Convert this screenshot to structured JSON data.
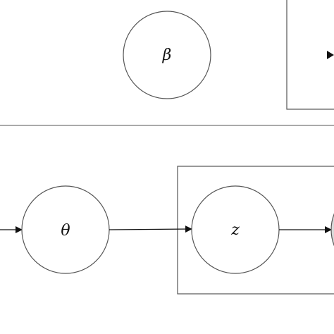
{
  "diagram": {
    "nodes": {
      "beta": {
        "label": "β",
        "observed": false
      },
      "theta": {
        "label": "θ",
        "observed": false
      },
      "z": {
        "label": "z",
        "observed": false
      },
      "w_partial": {
        "label": "",
        "observed": true
      }
    },
    "colors": {
      "stroke": "#555555",
      "arrow": "#111111",
      "observed_fill": "#d9d9d9",
      "background": "#ffffff"
    }
  }
}
